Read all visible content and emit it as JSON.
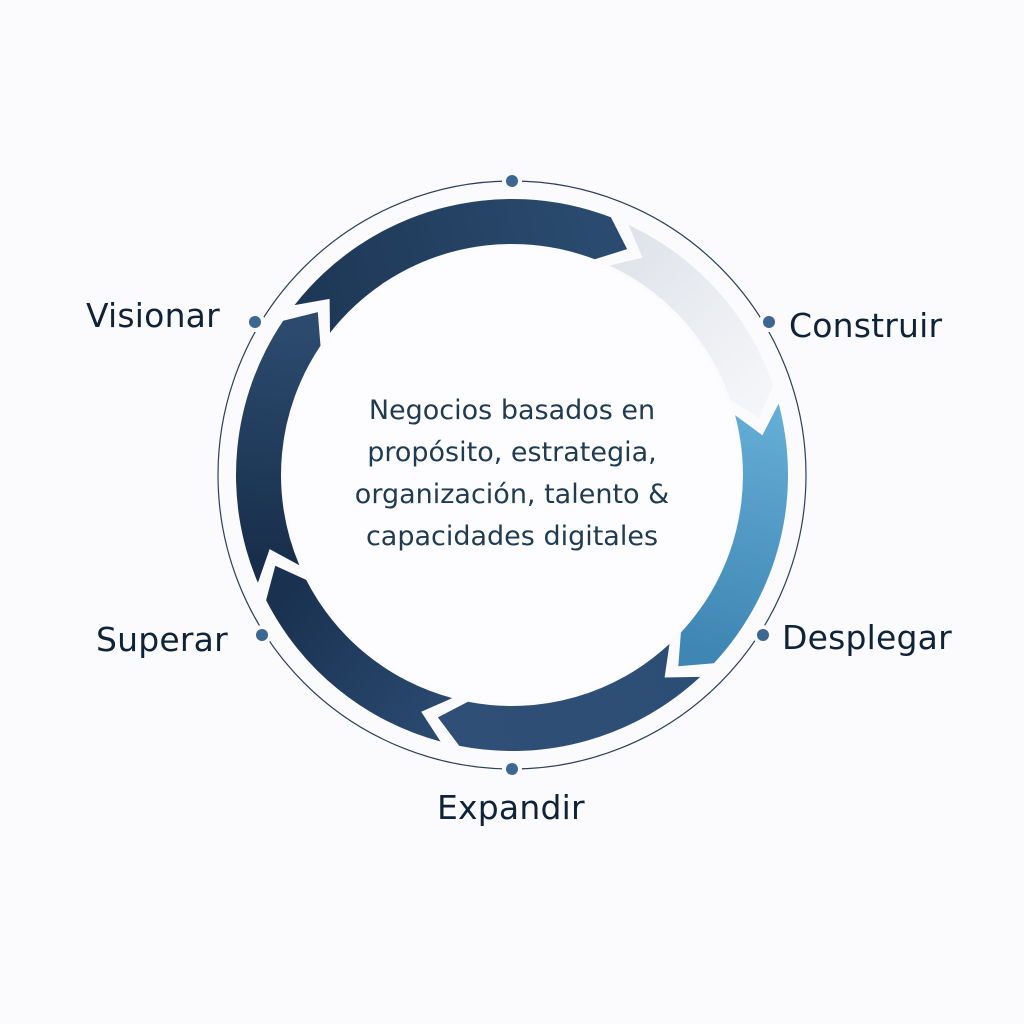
{
  "diagram": {
    "center_text": [
      "Negocios basados en",
      "propósito, estrategia,",
      "organización, talento &",
      "capacidades digitales"
    ],
    "stages": [
      {
        "label": "Visionar"
      },
      {
        "label": "Construir"
      },
      {
        "label": "Desplegar"
      },
      {
        "label": "Expandir"
      },
      {
        "label": "Superar"
      }
    ],
    "colors": {
      "ring_line": "#2b3f5c",
      "dot": "#3d6690",
      "text": "#0f2338",
      "segments": [
        [
          "#1e3756",
          "#2a4b6f"
        ],
        [
          "#dfe3ea",
          "#f4f5f8"
        ],
        [
          "#64add6",
          "#3f86b4"
        ],
        [
          "#2c4d75",
          "#304f76"
        ],
        [
          "#2a4a70",
          "#1a3150"
        ],
        [
          "#172d4a",
          "#2b4a6d"
        ]
      ]
    }
  }
}
